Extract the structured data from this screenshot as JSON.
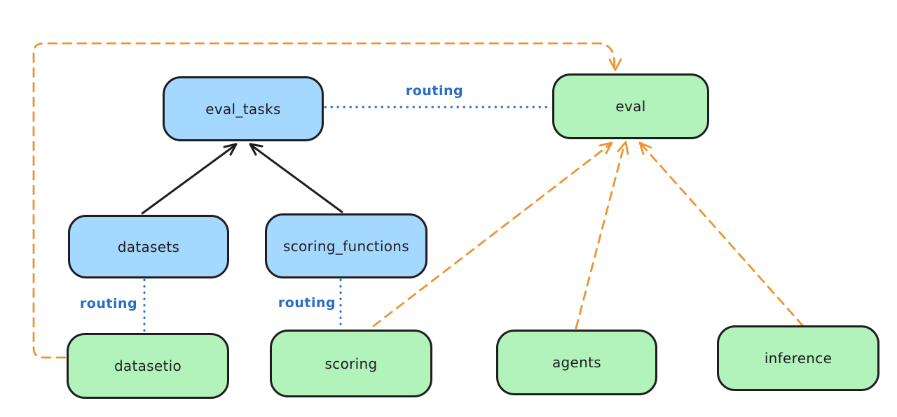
{
  "diagram_title": "llama-stack eval routing diagram",
  "colors": {
    "stroke": "#1e1e1e",
    "blue_fill": "#a5d8ff",
    "green_fill": "#b2f2bb",
    "blue": "#2a6cc4",
    "orange": "#ec9434",
    "background": "#ffffff"
  },
  "nodes": [
    {
      "id": "eval_tasks",
      "label": "eval_tasks",
      "kind": "registry-blue"
    },
    {
      "id": "eval",
      "label": "eval",
      "kind": "provider-green"
    },
    {
      "id": "datasets",
      "label": "datasets",
      "kind": "registry-blue"
    },
    {
      "id": "scoring_functions",
      "label": "scoring_functions",
      "kind": "registry-blue"
    },
    {
      "id": "datasetio",
      "label": "datasetio",
      "kind": "provider-green"
    },
    {
      "id": "scoring",
      "label": "scoring",
      "kind": "provider-green"
    },
    {
      "id": "agents",
      "label": "agents",
      "kind": "provider-green"
    },
    {
      "id": "inference",
      "label": "inference",
      "kind": "provider-green"
    }
  ],
  "edges": [
    {
      "from": "datasets",
      "to": "eval_tasks",
      "style": "solid-arrow",
      "color": "black",
      "label": ""
    },
    {
      "from": "scoring_functions",
      "to": "eval_tasks",
      "style": "solid-arrow",
      "color": "black",
      "label": ""
    },
    {
      "from": "eval_tasks",
      "to": "eval",
      "style": "dotted",
      "color": "blue",
      "label": "routing"
    },
    {
      "from": "datasets",
      "to": "datasetio",
      "style": "dotted",
      "color": "blue",
      "label": "routing"
    },
    {
      "from": "scoring_functions",
      "to": "scoring",
      "style": "dotted",
      "color": "blue",
      "label": "routing"
    },
    {
      "from": "datasetio",
      "to": "eval",
      "style": "dashed-arrow",
      "color": "orange",
      "label": ""
    },
    {
      "from": "scoring",
      "to": "eval",
      "style": "dashed-arrow",
      "color": "orange",
      "label": ""
    },
    {
      "from": "agents",
      "to": "eval",
      "style": "dashed-arrow",
      "color": "orange",
      "label": ""
    },
    {
      "from": "inference",
      "to": "eval",
      "style": "dashed-arrow",
      "color": "orange",
      "label": ""
    }
  ]
}
